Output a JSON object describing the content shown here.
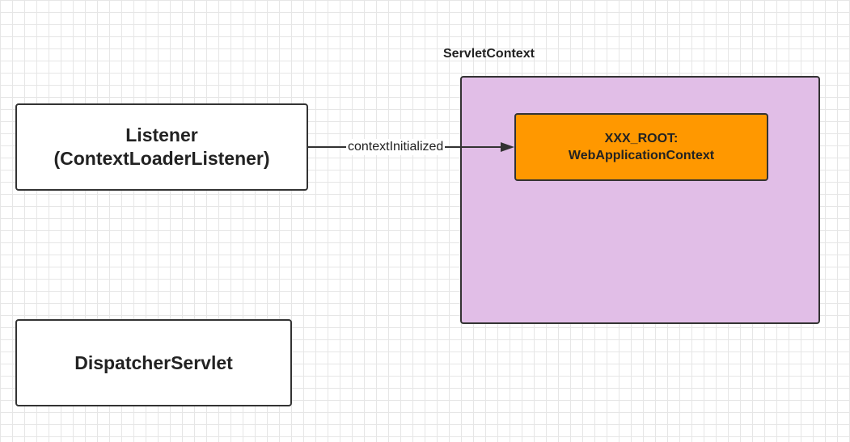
{
  "nodes": {
    "listener": {
      "line1": "Listener",
      "line2": "(ContextLoaderListener)"
    },
    "dispatcher": {
      "label": "DispatcherServlet"
    },
    "servlet_context": {
      "title": "ServletContext"
    },
    "root_context": {
      "line1": "XXX_ROOT:",
      "line2": "WebApplicationContext"
    }
  },
  "edges": [
    {
      "from": "listener",
      "to": "root_context",
      "label": "contextInitialized"
    }
  ],
  "colors": {
    "servlet_context_fill": "#e1bee7",
    "root_context_fill": "#ff9800",
    "border": "#333333"
  }
}
